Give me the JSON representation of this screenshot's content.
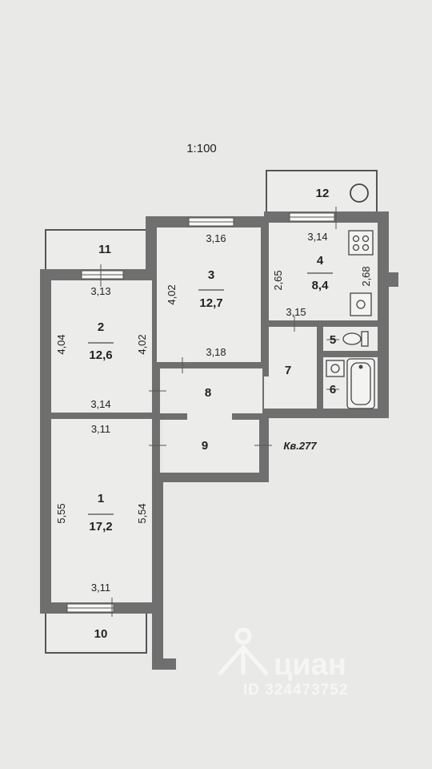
{
  "scale": "1:100",
  "apartment_label": "Кв.277",
  "rooms": [
    {
      "number": "1",
      "area": "17,2"
    },
    {
      "number": "2",
      "area": "12,6"
    },
    {
      "number": "3",
      "area": "12,7"
    },
    {
      "number": "4",
      "area": "8,4"
    },
    {
      "number": "5",
      "area": ""
    },
    {
      "number": "6",
      "area": ""
    },
    {
      "number": "7",
      "area": ""
    },
    {
      "number": "8",
      "area": ""
    },
    {
      "number": "9",
      "area": ""
    },
    {
      "number": "10",
      "area": ""
    },
    {
      "number": "11",
      "area": ""
    },
    {
      "number": "12",
      "area": ""
    }
  ],
  "dimensions": {
    "room3_top": "3,16",
    "room4_top": "3,14",
    "room2_top": "3,13",
    "room3_left": "4,02",
    "room4_left": "2,65",
    "room4_right": "2,68",
    "room4_bottom": "3,15",
    "room2_left": "4,04",
    "room2_right": "4,02",
    "room3_bottom": "3,18",
    "room2_bottom": "3,14",
    "room1_top": "3,11",
    "room1_left": "5,55",
    "room1_right": "5,54",
    "room1_bottom": "3,11"
  },
  "watermark": {
    "brand": "циан",
    "id": "ID 324473752"
  },
  "colors": {
    "wall": "#6f6f6f",
    "background": "#e9e9e7",
    "room_fill": "#ecedeb",
    "watermark": "#ffffff"
  }
}
